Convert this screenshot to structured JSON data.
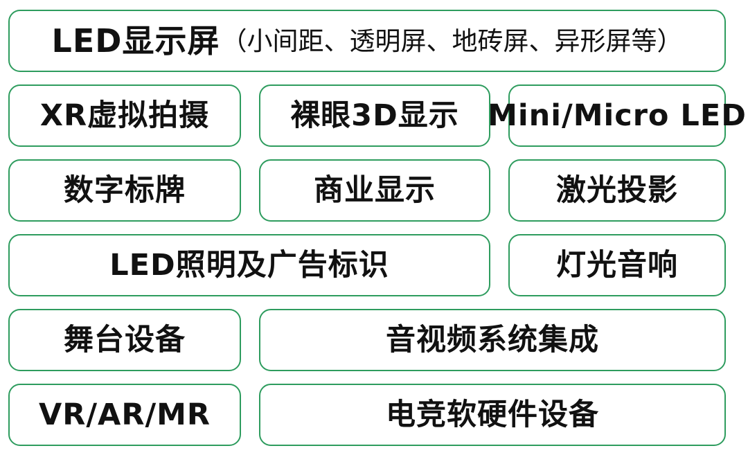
{
  "palette": {
    "border_green": "#2E9C5E",
    "background": "#FFFFFF",
    "text": "#111111"
  },
  "diagram": {
    "description": "Exhibition product category grid",
    "rows": [
      {
        "cells": [
          {
            "label": "LED显示屏",
            "sublabel": "（小间距、透明屏、地砖屏、异形屏等）"
          }
        ]
      },
      {
        "cells": [
          {
            "label": "XR虚拟拍摄"
          },
          {
            "label": "裸眼3D显示"
          },
          {
            "label": "Mini/Micro LED"
          }
        ]
      },
      {
        "cells": [
          {
            "label": "数字标牌"
          },
          {
            "label": "商业显示"
          },
          {
            "label": "激光投影"
          }
        ]
      },
      {
        "cells": [
          {
            "label": "LED照明及广告标识"
          },
          {
            "label": "灯光音响"
          }
        ]
      },
      {
        "cells": [
          {
            "label": "舞台设备"
          },
          {
            "label": "音视频系统集成"
          }
        ]
      },
      {
        "cells": [
          {
            "label": "VR/AR/MR"
          },
          {
            "label": "电竞软硬件设备"
          }
        ]
      }
    ]
  }
}
